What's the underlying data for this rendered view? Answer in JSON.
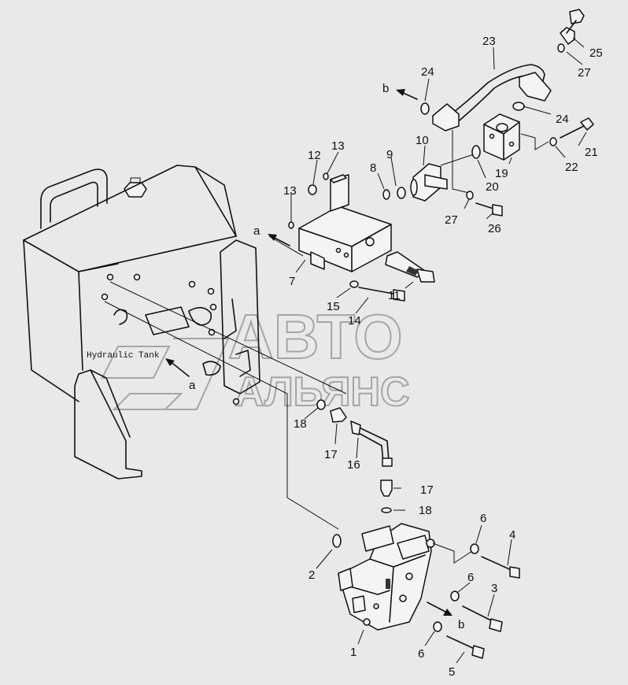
{
  "diagram": {
    "tank_label": "Hydraulic Tank",
    "arrow_a_label": "a",
    "arrow_a_label2": "a",
    "arrow_b_label": "b",
    "arrow_b_label2": "b",
    "watermark": {
      "line1": "АВТО",
      "line2": "АЛЬЯНС"
    },
    "callouts": {
      "c1": "1",
      "c2": "2",
      "c3": "3",
      "c4": "4",
      "c5": "5",
      "c6a": "6",
      "c6b": "6",
      "c6c": "6",
      "c7": "7",
      "c8": "8",
      "c9": "9",
      "c10": "10",
      "c11": "11",
      "c12": "12",
      "c13a": "13",
      "c13b": "13",
      "c14": "14",
      "c15": "15",
      "c16": "16",
      "c17a": "17",
      "c17b": "17",
      "c18a": "18",
      "c18b": "18",
      "c19": "19",
      "c20": "20",
      "c21": "21",
      "c22": "22",
      "c23": "23",
      "c24a": "24",
      "c24b": "24",
      "c25": "25",
      "c26": "26",
      "c27a": "27",
      "c27b": "27"
    }
  }
}
